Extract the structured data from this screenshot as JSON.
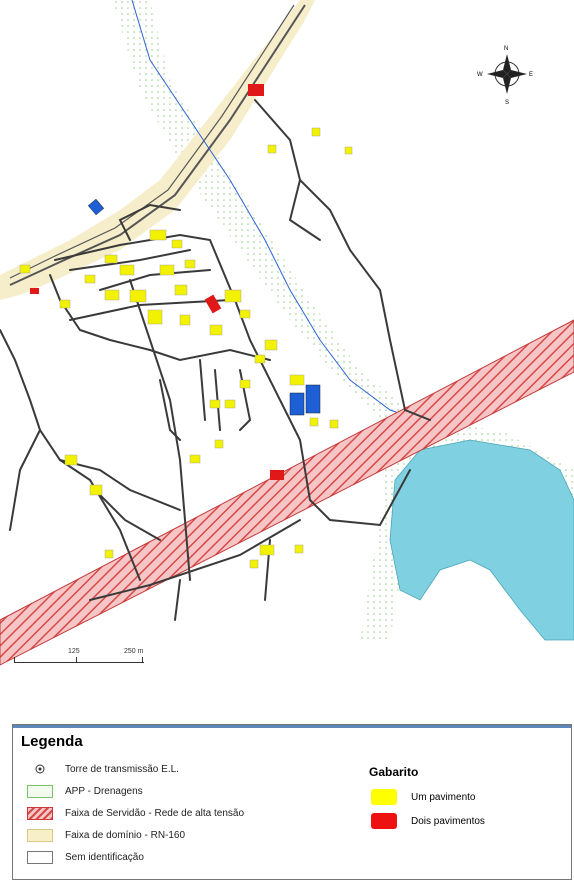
{
  "scale_bar": {
    "labels": [
      "125",
      "250 m"
    ]
  },
  "compass": {
    "north": "N",
    "south": "S",
    "east": "E",
    "west": "W"
  },
  "legend": {
    "title": "Legenda",
    "items": [
      {
        "label": "Torre de transmissão E.L.",
        "icon": "tower-point-icon"
      },
      {
        "label": "APP - Drenagens",
        "color": "#7bbf6a"
      },
      {
        "label": "Faixa de Servidão - Rede de alta tensão",
        "color": "#e15a5a"
      },
      {
        "label": "Faixa de domínio - RN-160",
        "color": "#f7efc7"
      },
      {
        "label": "Sem identificação",
        "color": "#ffffff"
      }
    ],
    "gabarito": {
      "title": "Gabarito",
      "items": [
        {
          "label": "Um pavimento",
          "color": "#ffff00"
        },
        {
          "label": "Dois pavimentos",
          "color": "#ee1111"
        }
      ]
    }
  },
  "colors": {
    "building_one_floor": "#f2f200",
    "building_two_floors": "#e01818",
    "building_blue": "#1f5fd6",
    "lake": "#7fd0e0",
    "road": "#333333",
    "stream": "#2f62d8",
    "highway_band": "#f6eecb",
    "powerline_band": "#e46a6a"
  }
}
